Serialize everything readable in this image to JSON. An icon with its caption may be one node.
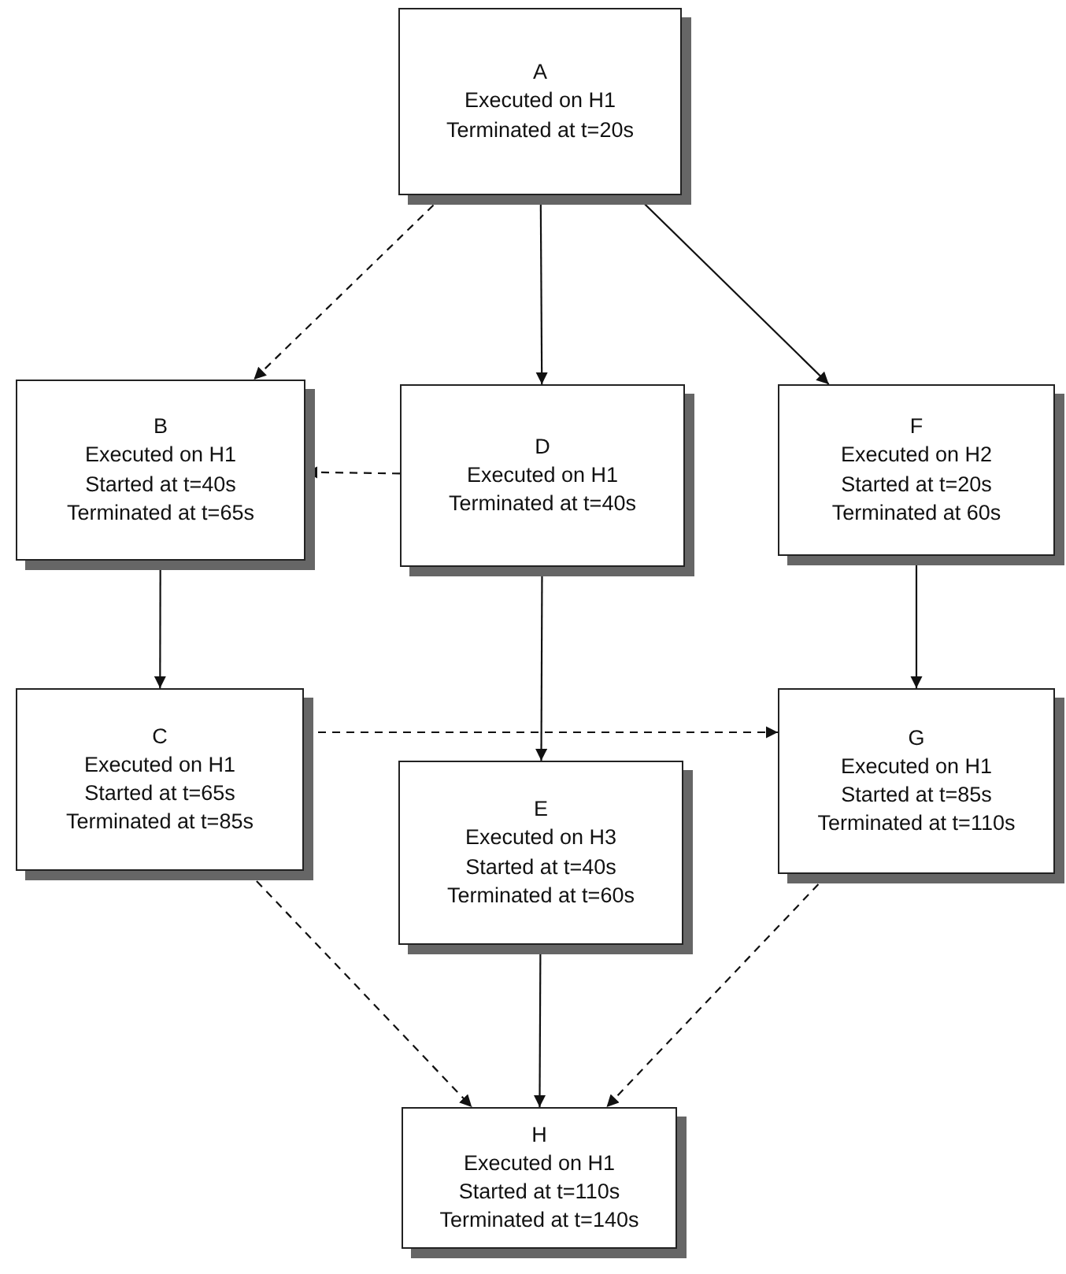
{
  "diagram": {
    "nodes": [
      {
        "text": [
          "A",
          "Executed on H1",
          "Terminated at t=20s"
        ]
      },
      {
        "text": [
          "B",
          "Executed on H1",
          "Started at t=40s",
          "Terminated at t=65s"
        ]
      },
      {
        "text": [
          "D",
          "Executed on H1",
          "Terminated at t=40s"
        ]
      },
      {
        "text": [
          "F",
          "Executed on H2",
          "Started at t=20s",
          "Terminated at 60s"
        ]
      },
      {
        "text": [
          "C",
          "Executed on H1",
          "Started at t=65s",
          "Terminated at t=85s"
        ]
      },
      {
        "text": [
          "E",
          "Executed on H3",
          "Started at t=40s",
          "Terminated at t=60s"
        ]
      },
      {
        "text": [
          "G",
          "Executed on H1",
          "Started at t=85s",
          "Terminated at t=110s"
        ]
      },
      {
        "text": [
          "H",
          "Executed on H1",
          "Started at t=110s",
          "Terminated at t=140s"
        ]
      }
    ],
    "edges": [
      {
        "from": 0,
        "to": 1,
        "arrow": "to",
        "style": "dashed"
      },
      {
        "from": 0,
        "to": 2,
        "arrow": "to"
      },
      {
        "from": 0,
        "to": 3,
        "arrow": "to"
      },
      {
        "from": 2,
        "to": 1,
        "arrow": "to",
        "style": "dashed"
      },
      {
        "from": 1,
        "to": 4,
        "arrow": "to"
      },
      {
        "from": 2,
        "to": 5,
        "arrow": "to"
      },
      {
        "from": 3,
        "to": 6,
        "arrow": "to"
      },
      {
        "from": 4,
        "to": 6,
        "arrow": "to",
        "style": "dashed"
      },
      {
        "from": 4,
        "to": 7,
        "arrow": "to",
        "style": "dashed"
      },
      {
        "from": 5,
        "to": 7,
        "arrow": "to"
      },
      {
        "from": 6,
        "to": 7,
        "arrow": "to",
        "style": "dashed"
      }
    ]
  }
}
